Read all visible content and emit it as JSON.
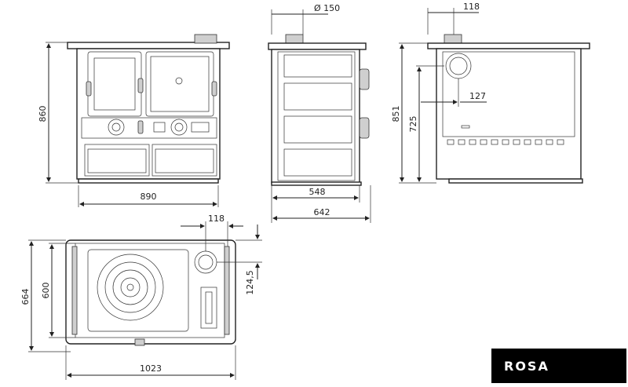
{
  "brand": {
    "name": "ROSA"
  },
  "front_view": {
    "width_label": "890",
    "height_label": "860"
  },
  "side_view": {
    "flue_diameter_label": "Ø 150",
    "depth_inner_label": "548",
    "depth_total_label": "642"
  },
  "rear_view": {
    "flue_offset_label": "118",
    "height_total_label": "851",
    "height_flue_label": "725",
    "flue_height_label": "127"
  },
  "top_view": {
    "flue_offset_label": "118",
    "flue_depth_label": "124,5",
    "depth_total_label": "664",
    "depth_inner_label": "600",
    "width_label": "1023"
  },
  "colors": {
    "line": "#222222",
    "brand_bg": "#000000",
    "brand_text": "#ffffff"
  }
}
